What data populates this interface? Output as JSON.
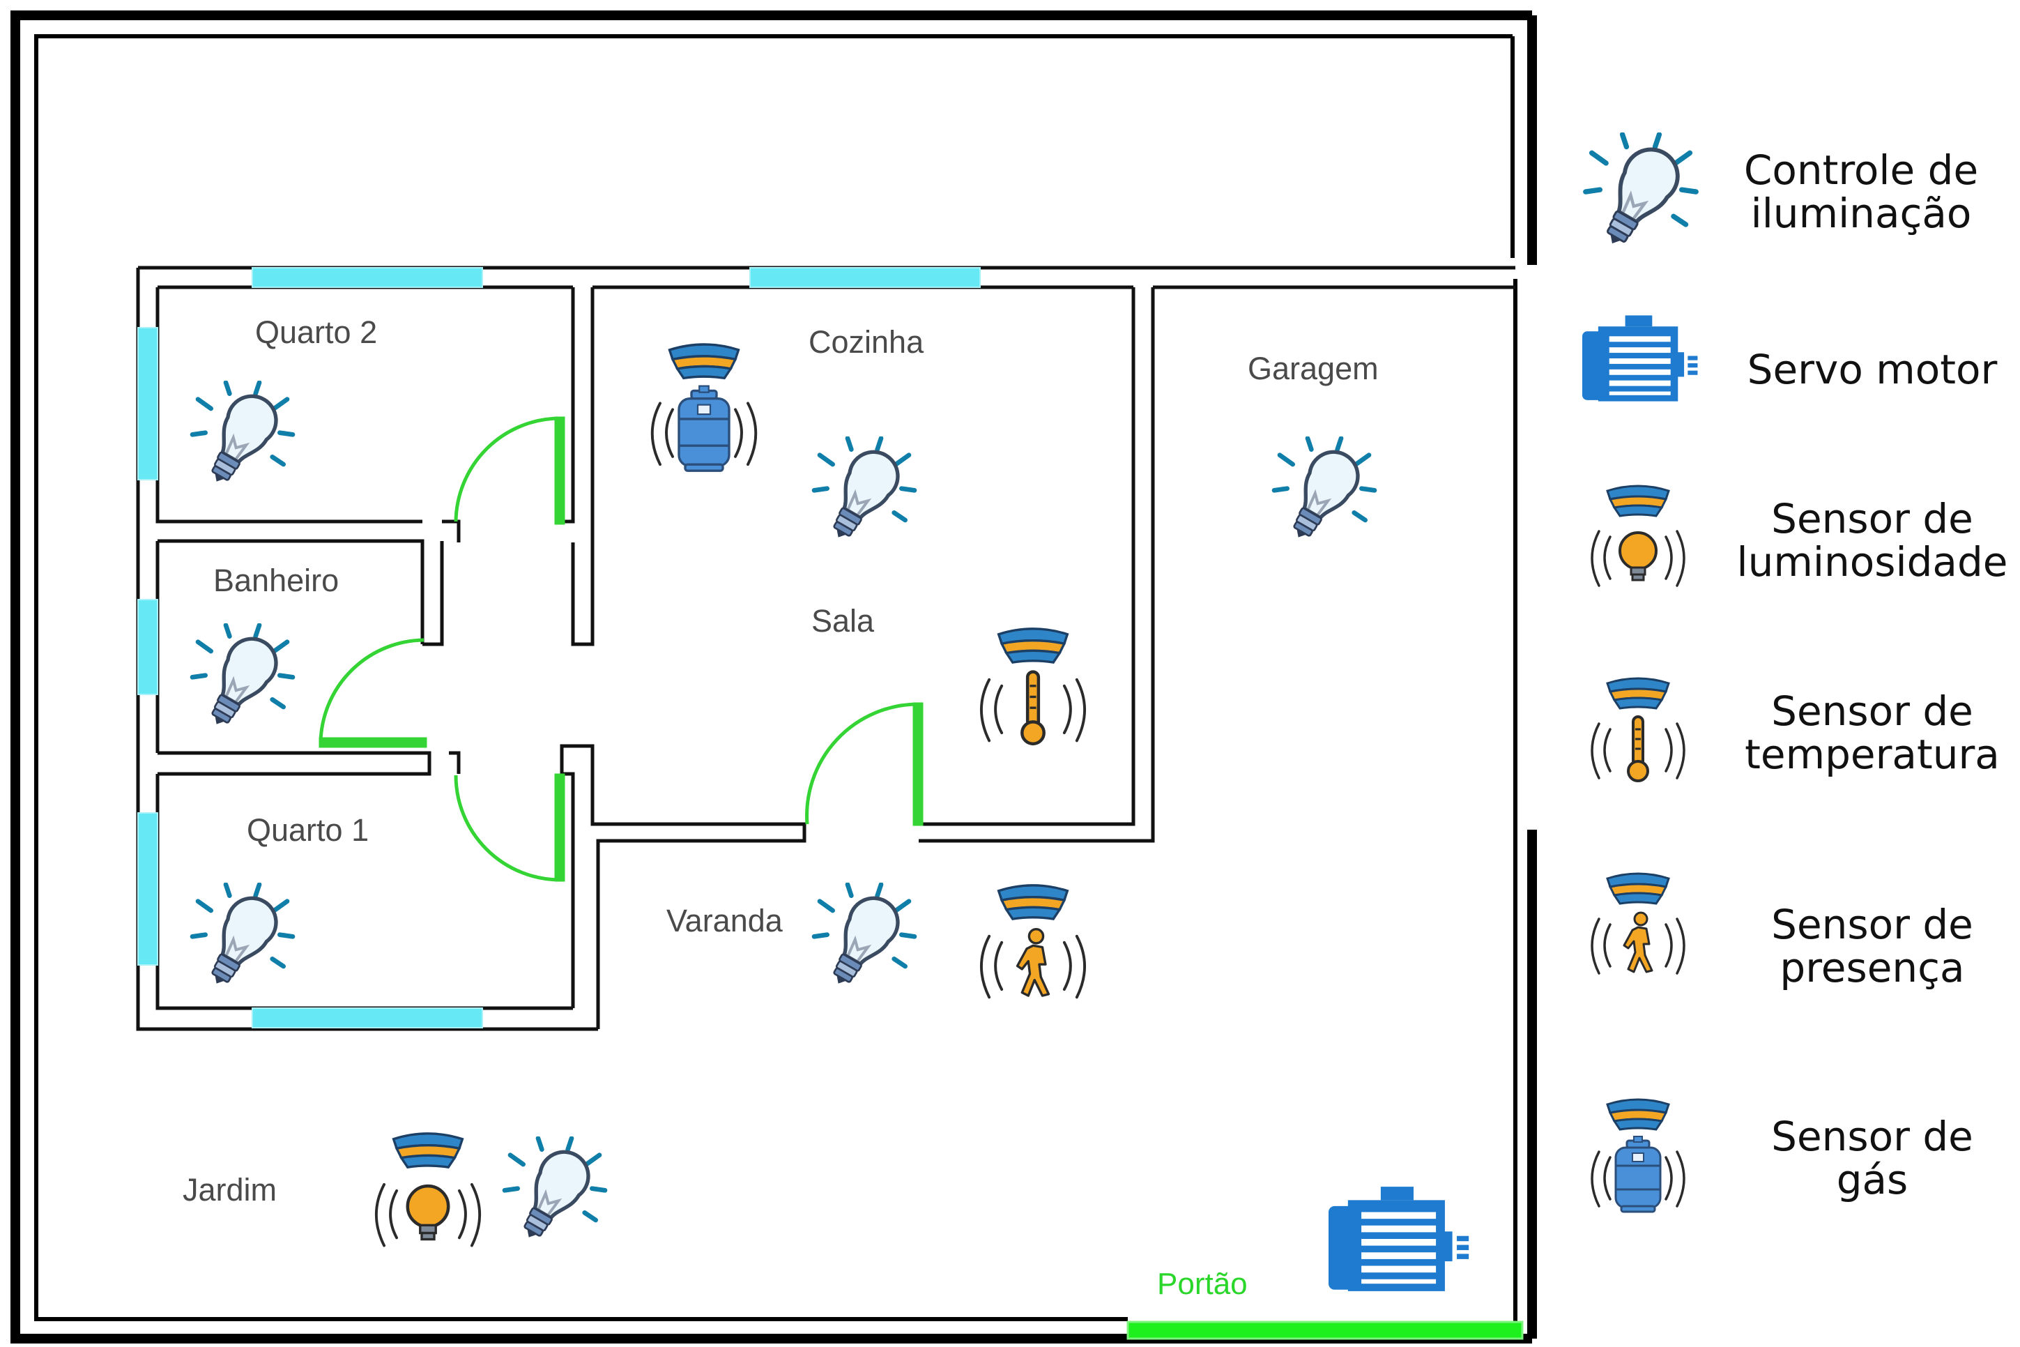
{
  "rooms": {
    "quarto2": "Quarto 2",
    "cozinha": "Cozinha",
    "garagem": "Garagem",
    "banheiro": "Banheiro",
    "sala": "Sala",
    "quarto1": "Quarto 1",
    "varanda": "Varanda",
    "jardim": "Jardim",
    "portao": "Portão"
  },
  "legend": {
    "lighting": [
      "Controle de",
      "iluminação"
    ],
    "servo": [
      "Servo motor"
    ],
    "luminosity": [
      "Sensor de",
      "luminosidade"
    ],
    "temperature": [
      "Sensor de",
      "temperatura"
    ],
    "presence": [
      "Sensor de",
      "presença"
    ],
    "gas": [
      "Sensor de",
      "gás"
    ]
  },
  "icons": {
    "lighting": "light-bulb-icon",
    "servo": "servo-motor-icon",
    "luminosity": "luminosity-sensor-icon",
    "temperature": "temperature-sensor-icon",
    "presence": "presence-sensor-icon",
    "gas": "gas-sensor-icon"
  },
  "colors": {
    "outer_wall": "#000000",
    "window": "#66e8f5",
    "door": "#33d433",
    "gate": "#1ef01e",
    "sensor_cap": "#2e86c8",
    "sensor_accent": "#f2a623",
    "motor": "#1f7bd0"
  }
}
